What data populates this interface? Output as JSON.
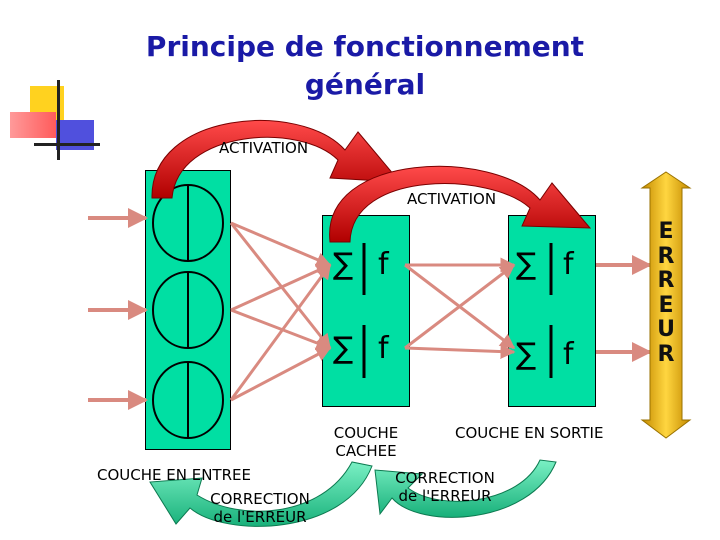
{
  "title_line1": "Principe de fonctionnement",
  "title_line2": "général",
  "activation_top": "ACTIVATION",
  "activation_second": "ACTIVATION",
  "neuron_sum": "∑",
  "neuron_func": "f",
  "layers": {
    "input": "COUCHE EN ENTREE",
    "hidden_line1": "COUCHE",
    "hidden_line2": "CACHEE",
    "output": "COUCHE EN SORTIE"
  },
  "correction_left": {
    "line1": "CORRECTION",
    "line2": "de l'ERREUR"
  },
  "correction_right": {
    "line1": "CORRECTION",
    "line2": "de l'ERREUR"
  },
  "error_label": [
    "E",
    "R",
    "R",
    "E",
    "U",
    "R"
  ],
  "colors": {
    "title": "#1a1aa6",
    "layer_fill": "#00dfa3",
    "connection": "#d98a80",
    "activation_arrow": "#cc0000",
    "correction_arrow": "#2fd39a",
    "error_bar": "#e8b100",
    "logo_yellow": "#ffd21f",
    "logo_red": "#ff6a6a",
    "logo_blue": "#4a4ad8"
  }
}
